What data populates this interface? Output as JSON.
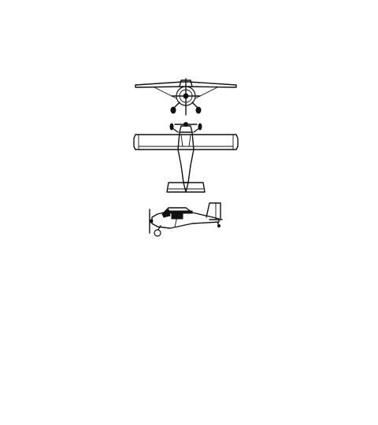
{
  "colors": {
    "background": "#ffffff",
    "ink": "#111111"
  },
  "views": [
    {
      "name": "front-view"
    },
    {
      "name": "top-view"
    },
    {
      "name": "side-view"
    }
  ]
}
